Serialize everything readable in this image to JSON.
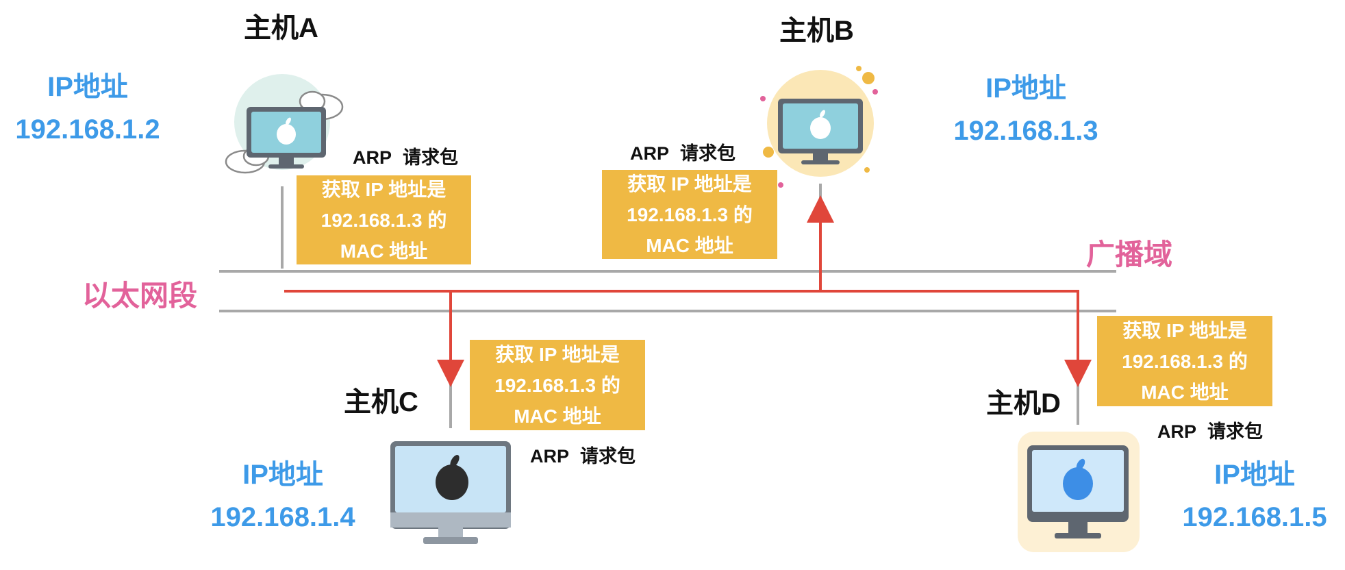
{
  "hosts": {
    "a": {
      "title": "主机A",
      "ip_label": "IP地址",
      "ip": "192.168.1.2"
    },
    "b": {
      "title": "主机B",
      "ip_label": "IP地址",
      "ip": "192.168.1.3"
    },
    "c": {
      "title": "主机C",
      "ip_label": "IP地址",
      "ip": "192.168.1.4"
    },
    "d": {
      "title": "主机D",
      "ip_label": "IP地址",
      "ip": "192.168.1.5"
    }
  },
  "segment_label": "以太网段",
  "broadcast_label": "广播域",
  "arp_request": {
    "protocol": "ARP",
    "kind": "请求包"
  },
  "request_box": {
    "line1": "获取 IP 地址是",
    "line2": "192.168.1.3 的",
    "line3": "MAC 地址"
  },
  "colors": {
    "ip_text": "#3d9ae8",
    "segment_text": "#e2629a",
    "broadcast_line": "#e0463a",
    "request_box": "#efb944",
    "bus_lines": "#a8a8a8"
  },
  "icons": [
    "imac-icon",
    "apple-logo-icon",
    "cloud-icon",
    "arrow-down-icon",
    "arrow-up-icon"
  ]
}
